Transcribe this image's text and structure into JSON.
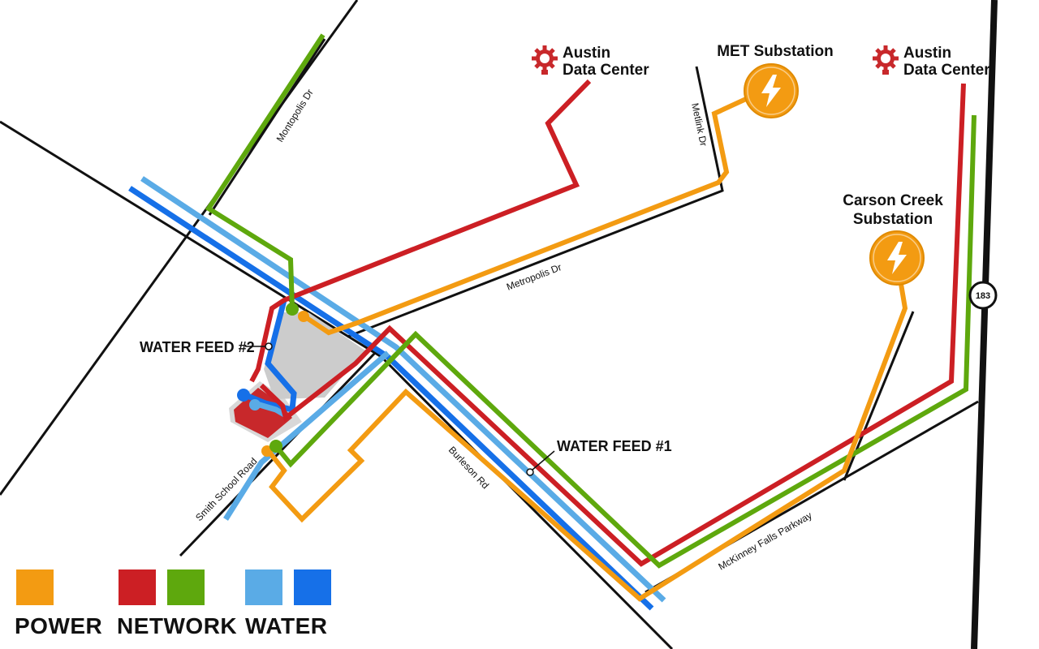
{
  "colors": {
    "power": "#f39b12",
    "network_red": "#cc1f24",
    "network_green": "#5ea80d",
    "water_light": "#5aabe6",
    "water_dark": "#1670e8",
    "road": "#111111",
    "facility": "#cccccc",
    "building": "#c8282b"
  },
  "roads": {
    "montopolis": "Montopolis Dr",
    "metlink": "Metlink Dr",
    "metropolis": "Metropolis Dr",
    "burleson": "Burleson Rd",
    "smith_school": "Smith School Road",
    "mckinney": "McKinney Falls Parkway",
    "highway": "183"
  },
  "places": {
    "dc_left": {
      "line1": "Austin",
      "line2": "Data Center",
      "icon": "gear-icon"
    },
    "dc_right": {
      "line1": "Austin",
      "line2": "Data Center",
      "icon": "gear-icon"
    },
    "met": {
      "label": "MET Substation",
      "icon": "lightning-icon"
    },
    "carson": {
      "line1": "Carson Creek",
      "line2": "Substation",
      "icon": "lightning-icon"
    }
  },
  "callouts": {
    "feed2": "WATER FEED #2",
    "feed1": "WATER FEED #1"
  },
  "legend": {
    "power": "POWER",
    "network": "NETWORK",
    "water": "WATER"
  }
}
